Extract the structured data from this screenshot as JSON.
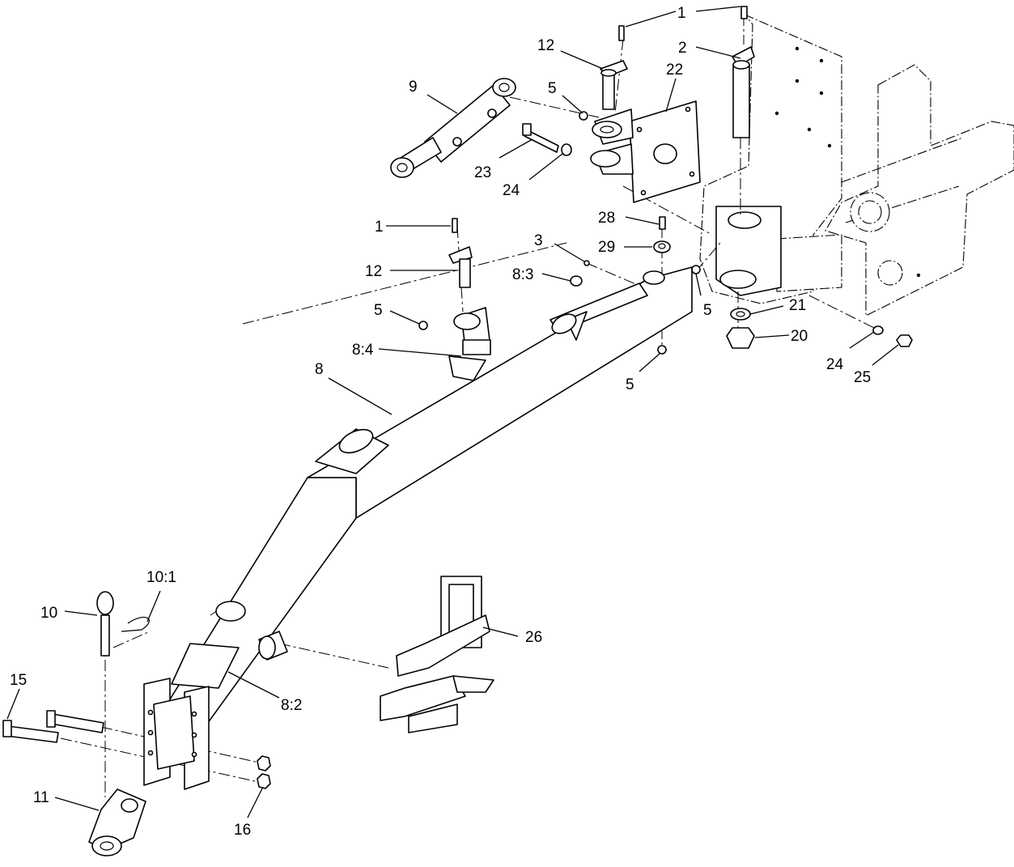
{
  "callouts": [
    {
      "id": "c1a",
      "label": "1"
    },
    {
      "id": "c2",
      "label": "2"
    },
    {
      "id": "c12a",
      "label": "12"
    },
    {
      "id": "c22",
      "label": "22"
    },
    {
      "id": "c9",
      "label": "9"
    },
    {
      "id": "c5a",
      "label": "5"
    },
    {
      "id": "c23",
      "label": "23"
    },
    {
      "id": "c24a",
      "label": "24"
    },
    {
      "id": "c28",
      "label": "28"
    },
    {
      "id": "c1b",
      "label": "1"
    },
    {
      "id": "c3",
      "label": "3"
    },
    {
      "id": "c29",
      "label": "29"
    },
    {
      "id": "c12b",
      "label": "12"
    },
    {
      "id": "c8_3",
      "label": "8:3"
    },
    {
      "id": "c5b",
      "label": "5"
    },
    {
      "id": "c5c",
      "label": "5"
    },
    {
      "id": "c21",
      "label": "21"
    },
    {
      "id": "c8_4",
      "label": "8:4"
    },
    {
      "id": "c20",
      "label": "20"
    },
    {
      "id": "c24b",
      "label": "24"
    },
    {
      "id": "c25",
      "label": "25"
    },
    {
      "id": "c8",
      "label": "8"
    },
    {
      "id": "c5d",
      "label": "5"
    },
    {
      "id": "c10_1",
      "label": "10:1"
    },
    {
      "id": "c10",
      "label": "10"
    },
    {
      "id": "c26",
      "label": "26"
    },
    {
      "id": "c15",
      "label": "15"
    },
    {
      "id": "c8_2",
      "label": "8:2"
    },
    {
      "id": "c11",
      "label": "11"
    },
    {
      "id": "c16",
      "label": "16"
    }
  ]
}
